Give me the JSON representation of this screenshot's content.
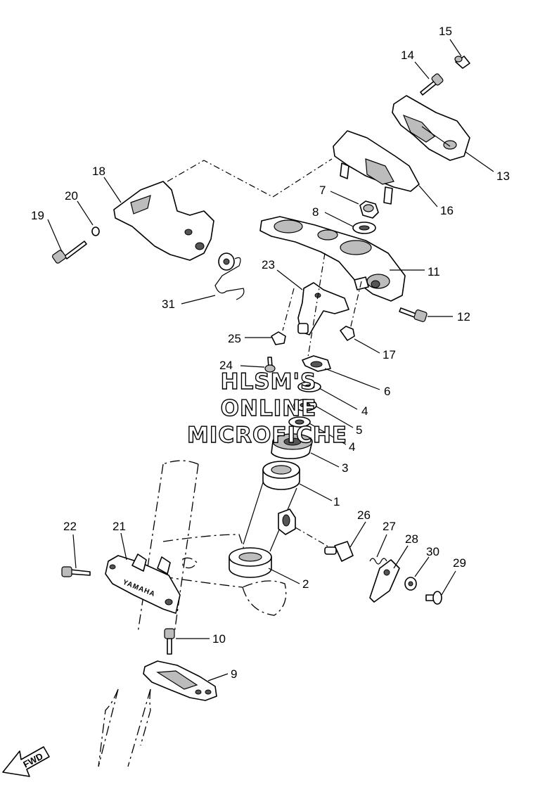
{
  "watermark": {
    "line1": "HLSM'S",
    "line2": "ONLINE",
    "line3": "MICROFICHE"
  },
  "direction_marker": {
    "label": "FWD"
  },
  "bracket_marking": "YAMAHA",
  "callouts": [
    {
      "id": "c15",
      "num": "15"
    },
    {
      "id": "c14",
      "num": "14"
    },
    {
      "id": "c13",
      "num": "13"
    },
    {
      "id": "c16",
      "num": "16"
    },
    {
      "id": "c18",
      "num": "18"
    },
    {
      "id": "c20",
      "num": "20"
    },
    {
      "id": "c19",
      "num": "19"
    },
    {
      "id": "c7",
      "num": "7"
    },
    {
      "id": "c8",
      "num": "8"
    },
    {
      "id": "c11",
      "num": "11"
    },
    {
      "id": "c23",
      "num": "23"
    },
    {
      "id": "c31",
      "num": "31"
    },
    {
      "id": "c12",
      "num": "12"
    },
    {
      "id": "c25",
      "num": "25"
    },
    {
      "id": "c17",
      "num": "17"
    },
    {
      "id": "c24",
      "num": "24"
    },
    {
      "id": "c6",
      "num": "6"
    },
    {
      "id": "c4a",
      "num": "4"
    },
    {
      "id": "c5",
      "num": "5"
    },
    {
      "id": "c4b",
      "num": "4"
    },
    {
      "id": "c3",
      "num": "3"
    },
    {
      "id": "c1",
      "num": "1"
    },
    {
      "id": "c26",
      "num": "26"
    },
    {
      "id": "c22",
      "num": "22"
    },
    {
      "id": "c21",
      "num": "21"
    },
    {
      "id": "c27",
      "num": "27"
    },
    {
      "id": "c28",
      "num": "28"
    },
    {
      "id": "c30",
      "num": "30"
    },
    {
      "id": "c29",
      "num": "29"
    },
    {
      "id": "c2",
      "num": "2"
    },
    {
      "id": "c10",
      "num": "10"
    },
    {
      "id": "c9",
      "num": "9"
    }
  ]
}
